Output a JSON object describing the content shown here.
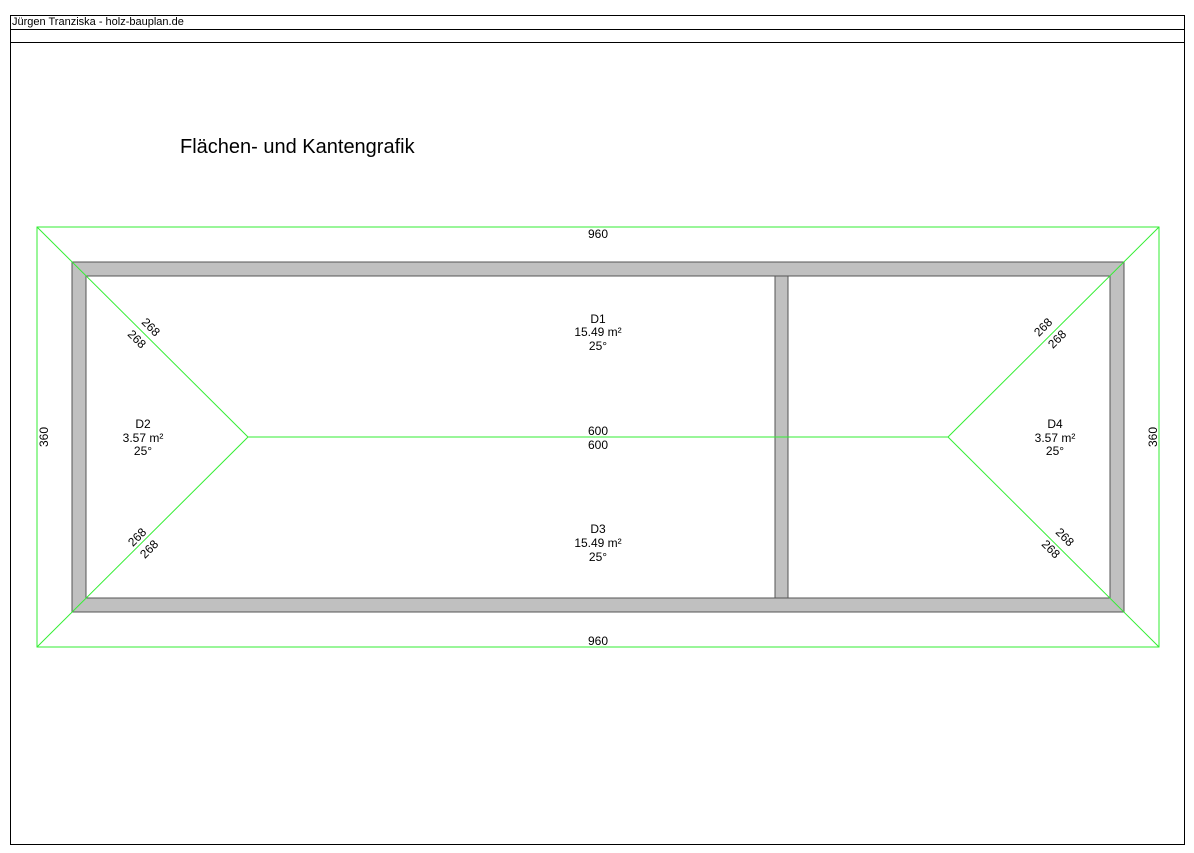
{
  "header": {
    "author": "Jürgen Tranziska - holz-bauplan.de"
  },
  "title": "Flächen- und Kantengrafik",
  "colors": {
    "edge_line": "#33ee33",
    "wall_fill": "#c0c0c0",
    "wall_stroke": "#555555",
    "frame": "#000000"
  },
  "dimensions": {
    "top": "960",
    "bottom": "960",
    "left": "360",
    "right": "360",
    "ridge_upper": "600",
    "ridge_lower": "600",
    "hip_tl_a": "268",
    "hip_tl_b": "268",
    "hip_bl_a": "268",
    "hip_bl_b": "268",
    "hip_tr_a": "268",
    "hip_tr_b": "268",
    "hip_br_a": "268",
    "hip_br_b": "268"
  },
  "faces": {
    "d1": {
      "name": "D1",
      "area": "15.49 m²",
      "angle": "25°"
    },
    "d2": {
      "name": "D2",
      "area": "3.57 m²",
      "angle": "25°"
    },
    "d3": {
      "name": "D3",
      "area": "15.49 m²",
      "angle": "25°"
    },
    "d4": {
      "name": "D4",
      "area": "3.57 m²",
      "angle": "25°"
    }
  }
}
